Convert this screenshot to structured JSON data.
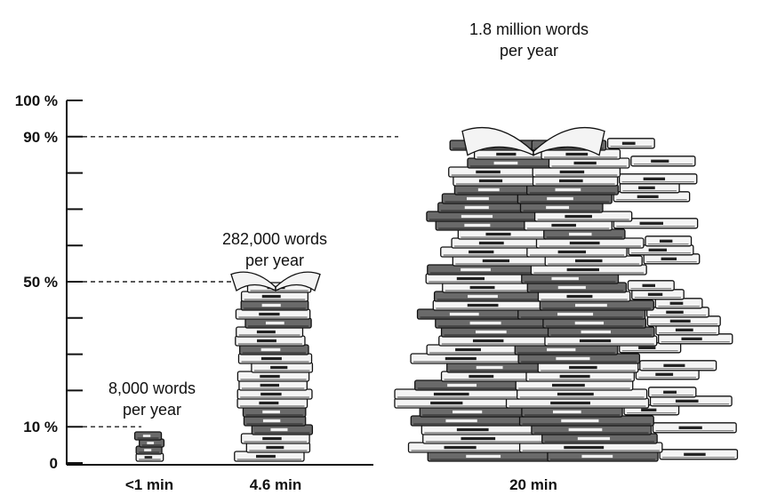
{
  "chart_data": {
    "type": "bar",
    "ylim": [
      0,
      100
    ],
    "y_tick_labels": [
      {
        "value": 0,
        "label": "0"
      },
      {
        "value": 10,
        "label": "10 %"
      },
      {
        "value": 50,
        "label": "50 %"
      },
      {
        "value": 90,
        "label": "90 %"
      },
      {
        "value": 100,
        "label": "100 %"
      }
    ],
    "y_minor_ticks": [
      20,
      30,
      40,
      60,
      70,
      80
    ],
    "categories": [
      "<1 min",
      "4.6 min",
      "20 min"
    ],
    "values": [
      10,
      50,
      90
    ],
    "annotations": [
      {
        "category_index": 0,
        "line1": "8,000 words",
        "line2": "per year"
      },
      {
        "category_index": 1,
        "line1": "282,000 words",
        "line2": "per year"
      },
      {
        "category_index": 2,
        "line1": "1.8 million words",
        "line2": "per year"
      }
    ],
    "reference_lines_dashed": true
  }
}
